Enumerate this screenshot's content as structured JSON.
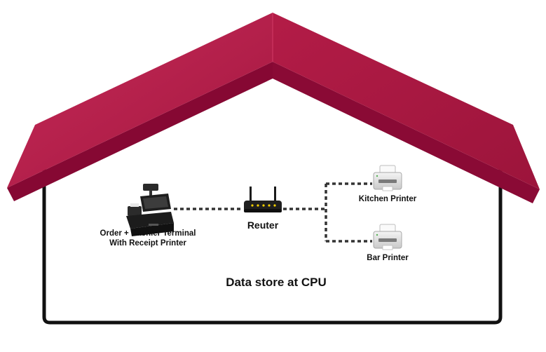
{
  "labels": {
    "terminal_line1": "Order + Cashier Terminal",
    "terminal_line2": "With Receipt Printer",
    "router": "Reuter",
    "kitchen_printer": "Kitchen Printer",
    "bar_printer": "Bar Printer",
    "data_store": "Data store at CPU"
  },
  "icons": {
    "terminal": "pos-terminal-icon",
    "router": "router-icon",
    "kitchen_printer": "printer-icon",
    "bar_printer": "printer-icon"
  },
  "colors": {
    "roof_main": "#b01a44",
    "roof_dark": "#850733",
    "house_outline": "#111111",
    "connection_line": "#333333"
  }
}
